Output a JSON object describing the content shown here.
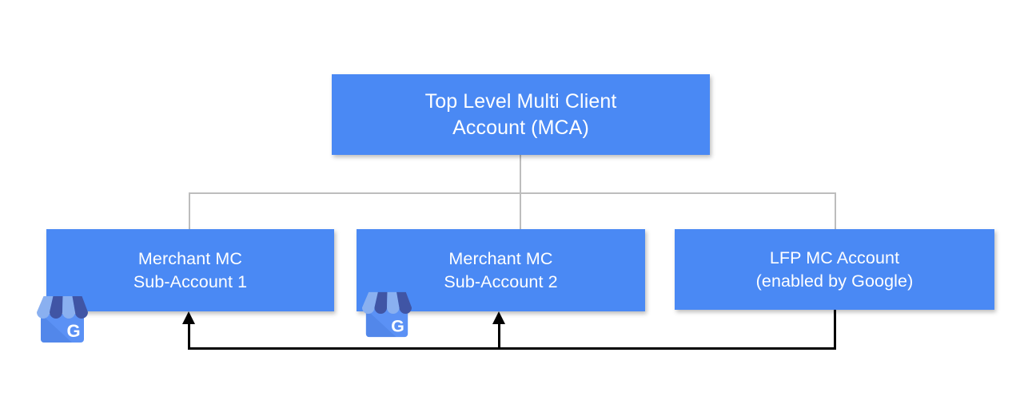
{
  "diagram": {
    "title_node": {
      "name": "top-level-mca",
      "lines": [
        "Top Level Multi Client",
        "Account (MCA)"
      ]
    },
    "children": [
      {
        "name": "merchant-mc-sub-account-1",
        "lines": [
          "Merchant MC",
          "Sub-Account 1"
        ],
        "icon": "google-business-profile-icon"
      },
      {
        "name": "merchant-mc-sub-account-2",
        "lines": [
          "Merchant MC",
          "Sub-Account 2"
        ],
        "icon": "google-business-profile-icon"
      },
      {
        "name": "lfp-mc-account",
        "lines": [
          "LFP MC Account",
          "(enabled by Google)"
        ],
        "icon": null
      }
    ],
    "icon_letter": "G",
    "colors": {
      "node_fill": "#4a89f4",
      "node_text": "#ffffff",
      "tree_connector": "#bdbdbd",
      "flow_connector": "#000000",
      "background": "#ffffff",
      "icon_awning_light": "#8ab0f0",
      "icon_awning_dark": "#4055a5",
      "icon_awning_mid": "#5c6bc0",
      "icon_body": "#5b91f5"
    }
  }
}
